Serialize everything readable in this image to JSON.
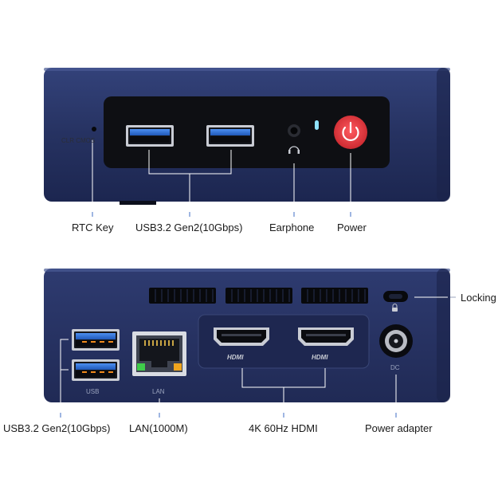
{
  "colors": {
    "chassis": "#263261",
    "chassis_dark": "#1b2449",
    "panel": "#0e0f13",
    "usb_blue": "#2f6fd0",
    "power_red": "#e8383f",
    "led": "#8fe3ff",
    "line": "#ffffff"
  },
  "front_view": {
    "clr_cmos_text": "CLR CMOS",
    "callouts": {
      "rtc_key": "RTC Key",
      "usb": "USB3.2 Gen2(10Gbps)",
      "earphone": "Earphone",
      "power": "Power"
    },
    "icons": [
      "usb-port-icon",
      "audio-jack-icon",
      "headphone-icon",
      "power-button-icon"
    ]
  },
  "rear_view": {
    "port_text": {
      "usb": "USB",
      "lan": "LAN",
      "dc": "DC",
      "hdmi_logo": "HDMI"
    },
    "callouts": {
      "usb": "USB3.2 Gen2(10Gbps)",
      "lan": "LAN(1000M)",
      "hdmi": "4K 60Hz HDMI",
      "power_adapter": "Power adapter",
      "locking": "Locking"
    },
    "icons": [
      "usb-port-icon",
      "ethernet-port-icon",
      "hdmi-port-icon",
      "dc-jack-icon",
      "lock-icon",
      "vent-icon"
    ]
  }
}
